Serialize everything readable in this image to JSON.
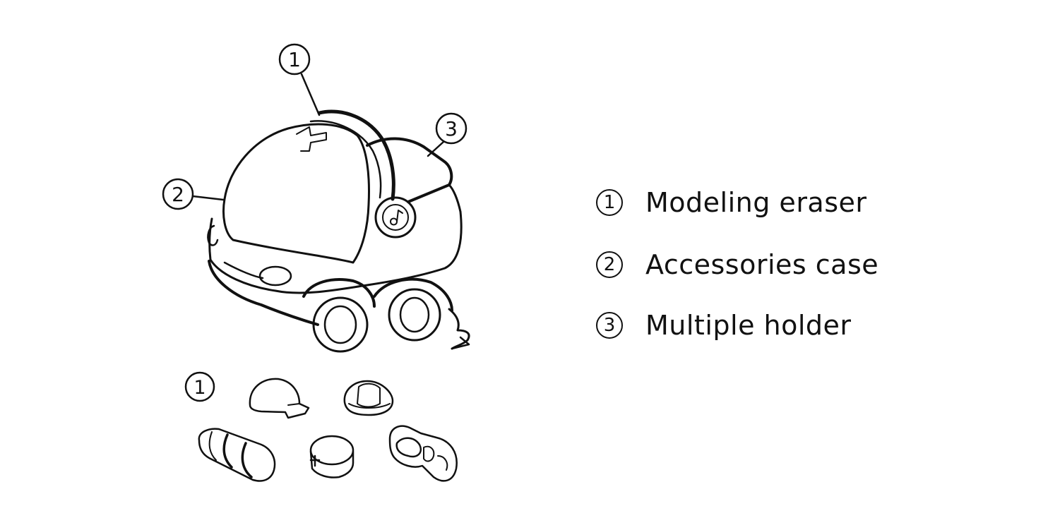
{
  "callouts": {
    "top": "1",
    "left": "2",
    "right": "3",
    "accessories": "1"
  },
  "legend": [
    {
      "number": "1",
      "label": "Modeling eraser"
    },
    {
      "number": "2",
      "label": "Accessories case"
    },
    {
      "number": "3",
      "label": "Multiple holder"
    }
  ]
}
